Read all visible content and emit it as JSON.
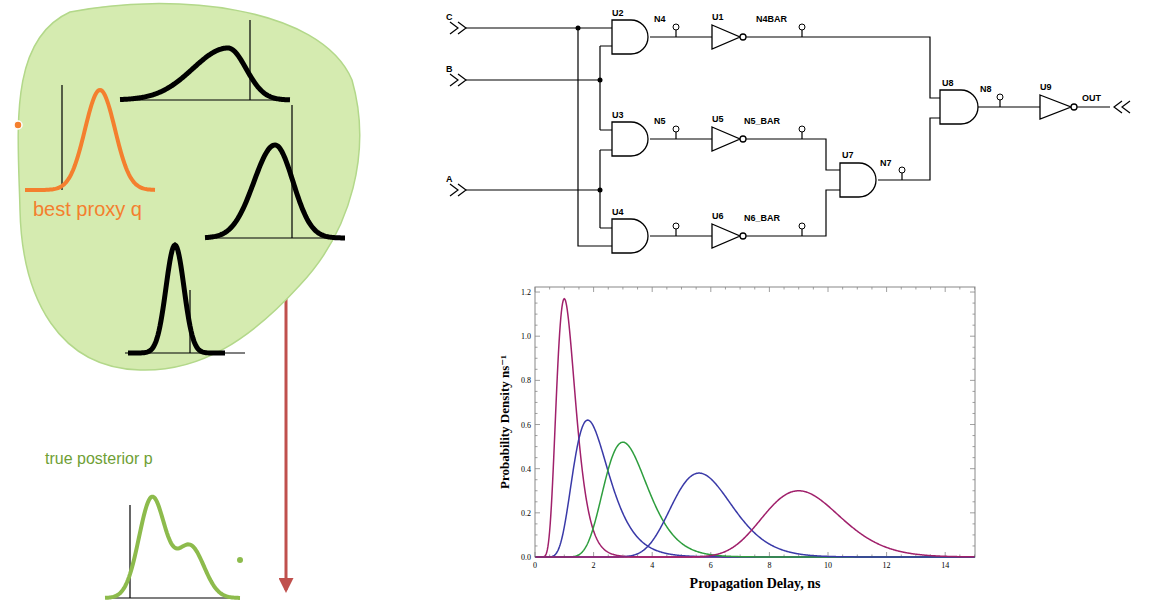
{
  "diagram": {
    "nodes": [
      {
        "text": [
          "best proxy q"
        ]
      }
    ],
    "labels": [
      "C",
      "B",
      "A",
      "U2",
      "N4",
      "U1",
      "N4BAR",
      "U3",
      "N5",
      "U5",
      "N5_BAR",
      "U4",
      "U6",
      "N6_BAR",
      "U7",
      "N7",
      "U8",
      "N8",
      "U9",
      "OUT",
      "true posterior p",
      "1.2",
      "1.0",
      "0.8",
      "0.6",
      "0.4",
      "0.2",
      "0.0",
      "0",
      "2",
      "4",
      "6",
      "8",
      "10",
      "12",
      "14",
      "Probability Density ns⁻¹",
      "Propagation Delay, ns"
    ]
  }
}
